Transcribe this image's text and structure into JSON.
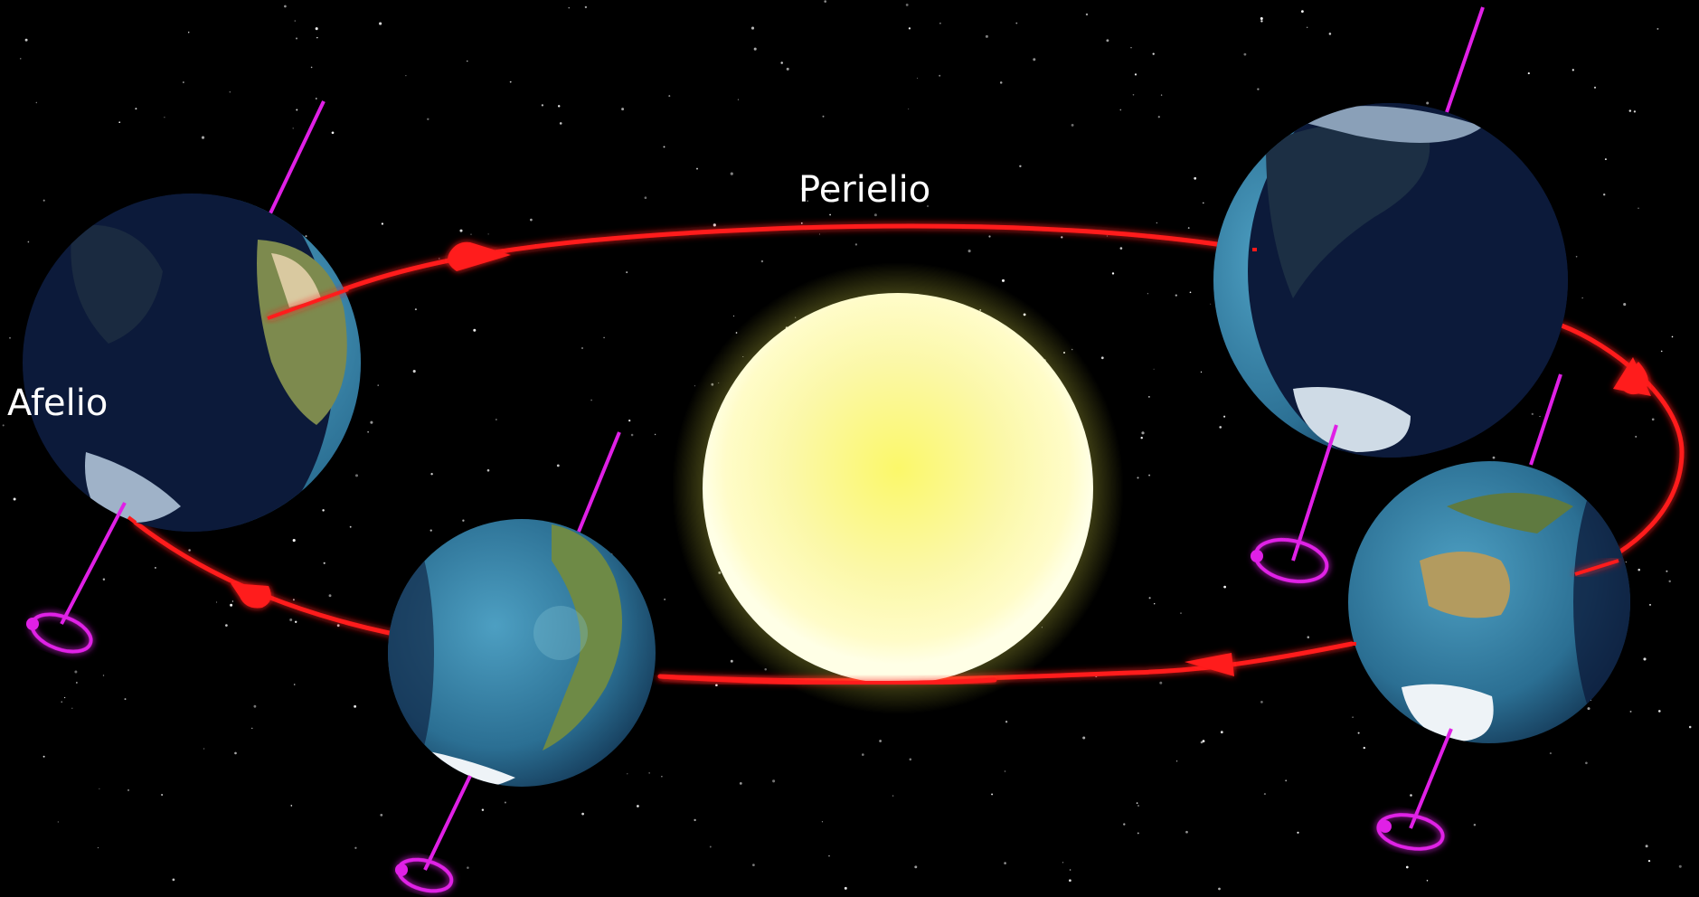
{
  "labels": {
    "perihelion": "Perielio",
    "aphelion": "Afelio"
  },
  "colors": {
    "background": "#000000",
    "orbit": "#ff1a1a",
    "axis": "#e020e6",
    "sun_core": "#fffbb0",
    "sun_glow": "#ffff66",
    "ocean": "#2f7fa6",
    "night": "#0c1a3a",
    "ice": "#e6eef4",
    "land": "#8a8a4a"
  },
  "icons": {
    "sun": "sun-icon",
    "earth": "earth-globe-icon",
    "orbit_direction": "arrowhead-icon",
    "precession": "precession-ellipse-icon"
  },
  "earth_count": 4,
  "orbit_direction_markers": 4
}
